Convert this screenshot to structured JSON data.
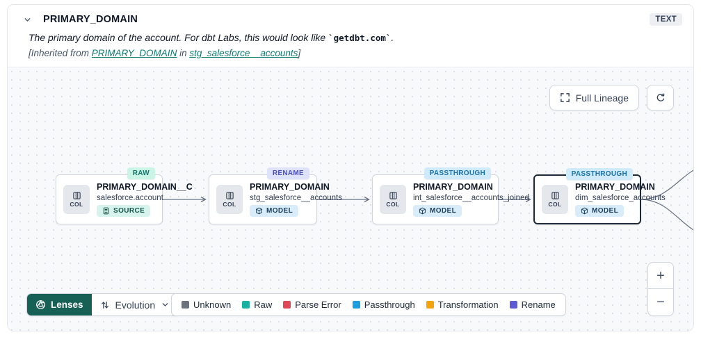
{
  "header": {
    "title": "PRIMARY_DOMAIN",
    "type_badge": "TEXT",
    "description": {
      "prefix": "The primary domain of the account. For dbt Labs, this would look like ",
      "code": "`getdbt.com`",
      "suffix": "."
    },
    "inherited": {
      "prefix": "[Inherited from ",
      "column_link": "PRIMARY_DOMAIN",
      "middle": " in ",
      "model_link": "stg_salesforce__accounts",
      "suffix": "]",
      "link_color": "#0E7A6E"
    }
  },
  "toolbar": {
    "full_lineage_label": "Full Lineage"
  },
  "zoom_controls": {
    "zoom_in_label": "+",
    "zoom_out_label": "−"
  },
  "lenses": {
    "button_label": "Lenses",
    "button_color": "#166056",
    "selected_lens": "Evolution"
  },
  "legend": {
    "items": [
      {
        "label": "Unknown",
        "color": "#6C737F"
      },
      {
        "label": "Raw",
        "color": "#17B2A2"
      },
      {
        "label": "Parse Error",
        "color": "#DE4753"
      },
      {
        "label": "Passthrough",
        "color": "#1D9EE0"
      },
      {
        "label": "Transformation",
        "color": "#F5A30B"
      },
      {
        "label": "Rename",
        "color": "#5A5BD5"
      }
    ]
  },
  "canvas": {
    "nodes": [
      {
        "title": "PRIMARY_DOMAIN__C",
        "subtitle": "salesforce.account",
        "col_label": "COL",
        "badge": {
          "label": "RAW",
          "bg": "#C9F4E6",
          "fg": "#17756A"
        },
        "resource": {
          "label": "SOURCE",
          "bg": "#D7F3ED",
          "fg": "#16574D"
        }
      },
      {
        "title": "PRIMARY_DOMAIN",
        "subtitle": "stg_salesforce__accounts",
        "col_label": "COL",
        "badge": {
          "label": "RENAME",
          "bg": "#DFE2FC",
          "fg": "#4A50C0"
        },
        "resource": {
          "label": "MODEL",
          "bg": "#D8ECFA",
          "fg": "#1D3E5C"
        }
      },
      {
        "title": "PRIMARY_DOMAIN",
        "subtitle": "int_salesforce__accounts_joined",
        "col_label": "COL",
        "badge": {
          "label": "PASSTHROUGH",
          "bg": "#CFEAFB",
          "fg": "#1B72A8"
        },
        "resource": {
          "label": "MODEL",
          "bg": "#D8ECFA",
          "fg": "#1D3E5C"
        }
      },
      {
        "title": "PRIMARY_DOMAIN",
        "subtitle": "dim_salesforce_accounts",
        "col_label": "COL",
        "badge": {
          "label": "PASSTHROUGH",
          "bg": "#CFEAFB",
          "fg": "#1B72A8"
        },
        "resource": {
          "label": "MODEL",
          "bg": "#D8ECFA",
          "fg": "#1D3E5C"
        }
      }
    ]
  }
}
